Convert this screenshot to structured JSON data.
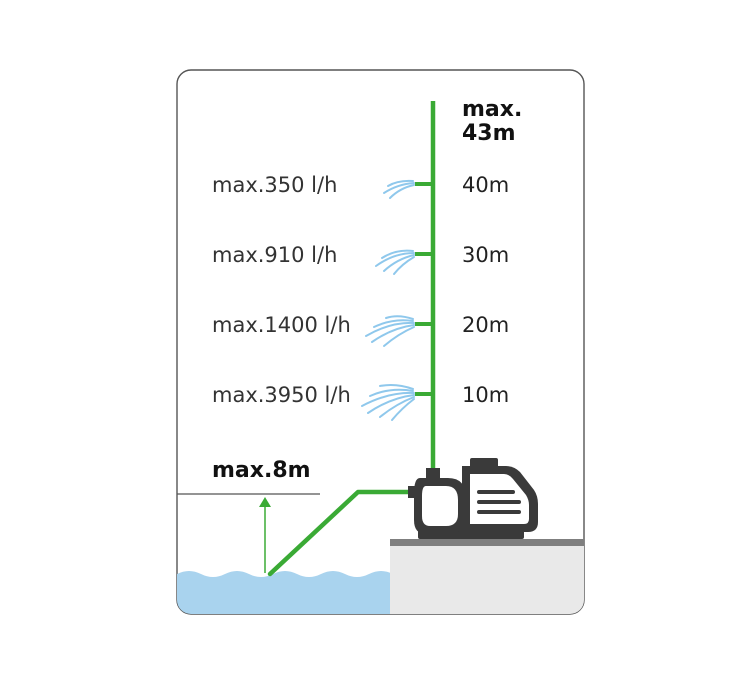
{
  "diagram": {
    "max_head": {
      "line1": "max.",
      "line2": "43m"
    },
    "suction": {
      "label": "max.8m"
    },
    "levels": [
      {
        "height": "40m",
        "flow": "max.350 l/h"
      },
      {
        "height": "30m",
        "flow": "max.910 l/h"
      },
      {
        "height": "20m",
        "flow": "max.1400 l/h"
      },
      {
        "height": "10m",
        "flow": "max.3950 l/h"
      }
    ]
  },
  "colors": {
    "pipe": "#3aaa35",
    "water": "#a9d3ee",
    "ground": "#e9e9e9",
    "ground_edge": "#7f7f7f",
    "pump": "#3a3a3a",
    "frame": "#555555",
    "spray": "#8fc8ec"
  },
  "icons": {
    "pump": "water-pump-icon",
    "spray": "water-spray-icon"
  }
}
